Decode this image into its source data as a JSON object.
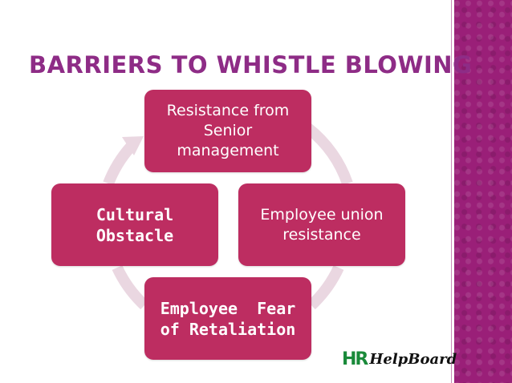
{
  "slide": {
    "title": "BARRIERS TO WHISTLE BLOWING"
  },
  "diagram": {
    "type": "cycle",
    "direction": "clockwise",
    "nodes": [
      {
        "id": "n1",
        "lines": [
          "Resistance from",
          "Senior",
          "management"
        ]
      },
      {
        "id": "n2",
        "lines": [
          "Employee union",
          "resistance"
        ]
      },
      {
        "id": "n3",
        "lines": [
          "Employee  Fear",
          "of Retaliation"
        ]
      },
      {
        "id": "n4",
        "lines": [
          "Cultural",
          "Obstacle"
        ]
      }
    ]
  },
  "logo": {
    "mark": "HR",
    "text": "HelpBoard"
  },
  "colors": {
    "title": "#8e2c86",
    "node_fill": "#bd2d61",
    "node_text": "#ffffff",
    "arrow": "#ead7e1",
    "side_band": "#9a1f78"
  }
}
